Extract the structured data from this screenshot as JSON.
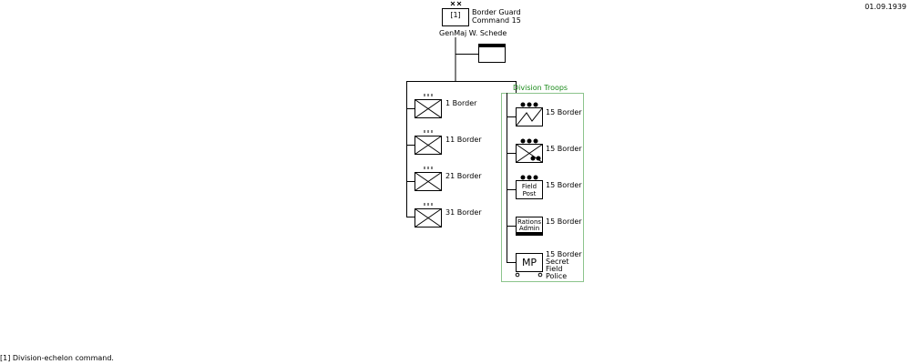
{
  "date": "01.09.1939",
  "hq": {
    "echelon_marker": "XX",
    "box_label": "[1]",
    "name_line1": "Border Guard",
    "name_line2": "Command 15",
    "commander": "GenMaj  W. Schede"
  },
  "subordinates": {
    "echelon_marker": "III",
    "units": [
      {
        "label": "1 Border"
      },
      {
        "label": "11 Border"
      },
      {
        "label": "21 Border"
      },
      {
        "label": "31 Border"
      }
    ]
  },
  "division_troops": {
    "title": "Division Troops",
    "units": [
      {
        "label": "15 Border",
        "symbol": "signals"
      },
      {
        "label": "15 Border",
        "symbol": "artillery-infantry"
      },
      {
        "label": "15 Border",
        "symbol": "field-post",
        "symbol_text_1": "Field",
        "symbol_text_2": "Post"
      },
      {
        "label": "15 Border",
        "symbol": "rations-admin",
        "symbol_text_1": "Rations",
        "symbol_text_2": "Admin"
      },
      {
        "label_1": "15 Border",
        "label_2": "Secret",
        "label_3": "Field",
        "label_4": "Police",
        "symbol": "military-police",
        "symbol_text_1": "MP"
      }
    ]
  },
  "footnote": "[1] Division-echelon command.",
  "colors": {
    "lines": "#000000",
    "division_troops": "#1a8a1a"
  }
}
